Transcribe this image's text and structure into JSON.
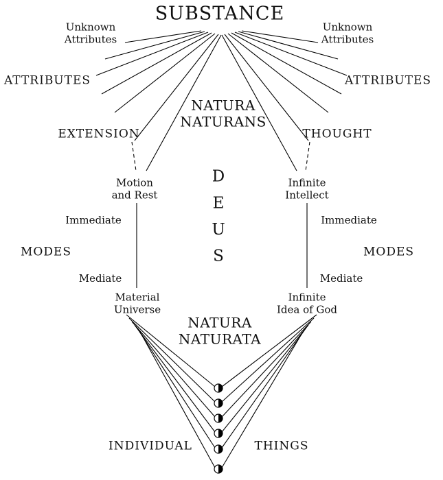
{
  "diagram": {
    "title": "SUBSTANCE",
    "natura_naturans": "NATURA\nNATURANS",
    "natura_naturata": "NATURA\nNATURATA",
    "deus": "DEUS",
    "left": {
      "unknown_attributes": "Unknown\nAttributes",
      "attributes": "ATTRIBUTES",
      "extension": "EXTENSION",
      "motion_and_rest": "Motion\nand Rest",
      "immediate": "Immediate",
      "modes": "MODES",
      "mediate": "Mediate",
      "material_universe": "Material\nUniverse"
    },
    "right": {
      "unknown_attributes": "Unknown\nAttributes",
      "attributes": "ATTRIBUTES",
      "thought": "THOUGHT",
      "infinite_intellect": "Infinite\nIntellect",
      "immediate": "Immediate",
      "modes": "MODES",
      "mediate": "Mediate",
      "infinite_idea_of_god": "Infinite\nIdea of God"
    },
    "bottom": {
      "individual": "INDIVIDUAL",
      "things": "THINGS"
    },
    "colors": {
      "line": "#000000",
      "background": "#ffffff"
    }
  }
}
